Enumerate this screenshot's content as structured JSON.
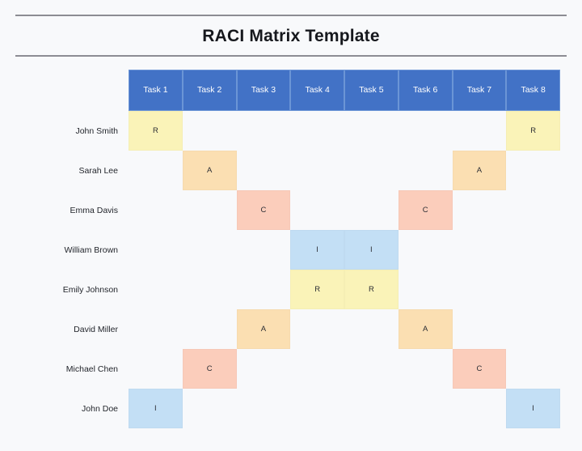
{
  "header": {
    "title": "RACI Matrix Template"
  },
  "matrix": {
    "columns": [
      "Task 1",
      "Task 2",
      "Task 3",
      "Task 4",
      "Task 5",
      "Task 6",
      "Task 7",
      "Task 8"
    ],
    "rows": [
      {
        "name": "John Smith",
        "cells": [
          "R",
          "",
          "",
          "",
          "",
          "",
          "",
          "R"
        ]
      },
      {
        "name": "Sarah Lee",
        "cells": [
          "",
          "A",
          "",
          "",
          "",
          "",
          "A",
          ""
        ]
      },
      {
        "name": "Emma Davis",
        "cells": [
          "",
          "",
          "C",
          "",
          "",
          "C",
          "",
          ""
        ]
      },
      {
        "name": "William Brown",
        "cells": [
          "",
          "",
          "",
          "I",
          "I",
          "",
          "",
          ""
        ]
      },
      {
        "name": "Emily Johnson",
        "cells": [
          "",
          "",
          "",
          "R",
          "R",
          "",
          "",
          ""
        ]
      },
      {
        "name": "David Miller",
        "cells": [
          "",
          "",
          "A",
          "",
          "",
          "A",
          "",
          ""
        ]
      },
      {
        "name": "Michael Chen",
        "cells": [
          "",
          "C",
          "",
          "",
          "",
          "",
          "C",
          ""
        ]
      },
      {
        "name": "John Doe",
        "cells": [
          "I",
          "",
          "",
          "",
          "",
          "",
          "",
          "I"
        ]
      }
    ],
    "legend_colors": {
      "R": "#faf3b8",
      "A": "#fbdfb2",
      "C": "#fbcdbb",
      "I": "#c3dff5"
    },
    "header_background": "#4272c6",
    "header_text_color": "#ffffff"
  },
  "page": {
    "background": "#f8f9fb",
    "rule_color": "#8c8c93"
  }
}
